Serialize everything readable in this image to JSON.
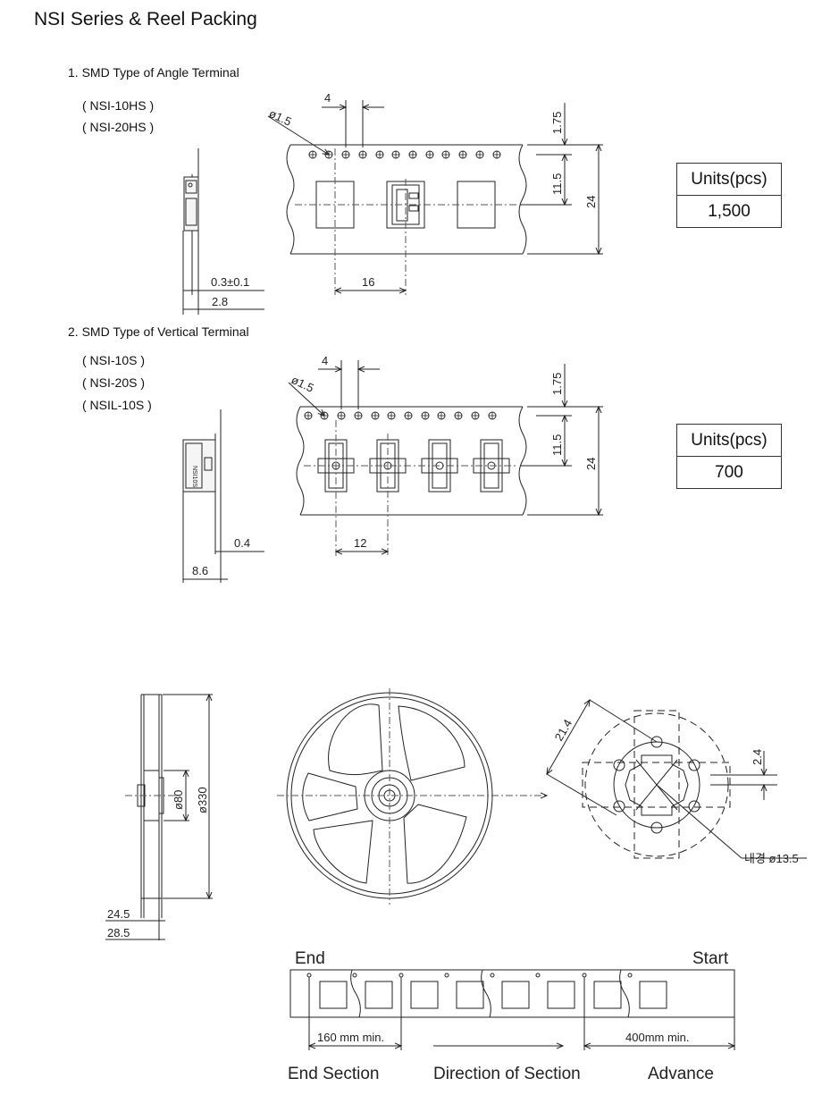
{
  "title": "NSI Series & Reel Packing",
  "section1": {
    "heading": "1. SMD Type of Angle Terminal",
    "parts": [
      "( NSI-10HS )",
      "( NSI-20HS )"
    ],
    "units_header": "Units(pcs)",
    "units_value": "1,500",
    "dims": {
      "pitch_hole": "4",
      "hole_dia": "ø1.5",
      "edge": "1.75",
      "center": "11.5",
      "width": "24",
      "pitch": "16",
      "thickness": "0.3±0.1",
      "depth": "2.8"
    }
  },
  "section2": {
    "heading": "2. SMD Type of Vertical Terminal",
    "parts": [
      "( NSI-10S )",
      "( NSI-20S )",
      "( NSIL-10S )"
    ],
    "units_header": "Units(pcs)",
    "units_value": "700",
    "dims": {
      "pitch_hole": "4",
      "hole_dia": "ø1.5",
      "edge": "1.75",
      "center": "11.5",
      "width": "24",
      "pitch": "12",
      "thickness": "0.4",
      "depth": "8.6"
    }
  },
  "reel": {
    "hub_dia": "ø80",
    "reel_dia": "ø330",
    "width_inner": "24.5",
    "width_outer": "28.5",
    "hub_detail": {
      "dim_a": "21.4",
      "dim_b": "2.4",
      "inner_dia": "내경 ø13.5"
    }
  },
  "tape_sections": {
    "end": "End",
    "start": "Start",
    "end_min": "160 mm min.",
    "start_min": "400mm min.",
    "labels": [
      "End Section",
      "Direction of Section",
      "Advance"
    ]
  },
  "colors": {
    "line": "#222222",
    "centerline": "#555555"
  }
}
